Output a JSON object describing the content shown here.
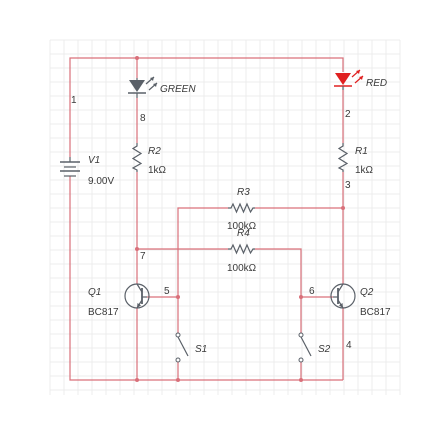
{
  "components": {
    "led_green": {
      "label": "GREEN"
    },
    "led_red": {
      "label": "RED"
    },
    "source": {
      "name": "V1",
      "value": "9.00V"
    },
    "r2": {
      "name": "R2",
      "value": "1kΩ"
    },
    "r1": {
      "name": "R1",
      "value": "1kΩ"
    },
    "r3": {
      "name": "R3",
      "value": "100kΩ"
    },
    "r4": {
      "name": "R4",
      "value": "100kΩ"
    },
    "q1": {
      "name": "Q1",
      "model": "BC817"
    },
    "q2": {
      "name": "Q2",
      "model": "BC817"
    },
    "s1": {
      "name": "S1"
    },
    "s2": {
      "name": "S2"
    }
  },
  "nodes": [
    "1",
    "2",
    "3",
    "4",
    "5",
    "6",
    "7",
    "8"
  ],
  "colors": {
    "wire": "#d9707a",
    "component": "#5a6068",
    "led_red": "#e02020",
    "grid": "#ececec"
  }
}
